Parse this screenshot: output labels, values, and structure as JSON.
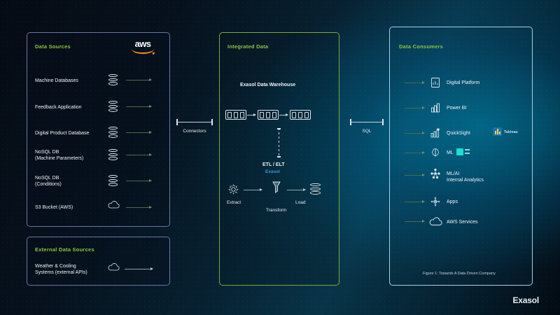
{
  "diagram": {
    "brand": "Exasol",
    "figure_caption": "Figure 1: Towards A Data Driven Company",
    "accent_green": "#8cc63f",
    "accent_blue": "#2f9bdc",
    "panel_border_sources": "#6b74a8",
    "panel_border_integrated": "#7aa93a",
    "panel_border_consumers": "#a9cfe4"
  },
  "sources_panel": {
    "title": "Data Sources",
    "logo": "aws-logo",
    "logo_text": "aws",
    "items": [
      {
        "label": "Machine Databases",
        "icon": "database-icon"
      },
      {
        "label": "Feedback Application",
        "icon": "database-icon"
      },
      {
        "label": "Digital Product Database",
        "icon": "database-icon"
      },
      {
        "label": "NoSQL DB",
        "label2": "(Machine Parameters)",
        "icon": "database-icon"
      },
      {
        "label": "NoSQL DB",
        "label2": "(Conditions)",
        "icon": "database-icon"
      },
      {
        "label": "S3 Bucket (AWS)",
        "icon": "cloud-icon"
      }
    ]
  },
  "external_panel": {
    "title": "External Data Sources",
    "items": [
      {
        "label": "Weather & Cooling",
        "label2": "Systems (external APIs)",
        "icon": "cloud-icon"
      }
    ]
  },
  "connectors": {
    "left_label": "Connectors",
    "right_label": "SQL"
  },
  "integrated_panel": {
    "title": "Integrated Data",
    "warehouse_title": "Exasol Data Warehouse",
    "cluster_nodes": [
      "node-1",
      "node-2",
      "node-3"
    ],
    "etl_title": "ETL / ELT",
    "etl_subtitle": "Exasol",
    "steps": [
      {
        "label": "Extract",
        "icon": "gear-icon"
      },
      {
        "label": "Transform",
        "icon": "funnel-icon"
      },
      {
        "label": "Load",
        "icon": "database-icon"
      }
    ]
  },
  "consumers_panel": {
    "title": "Data Consumers",
    "items": [
      {
        "label": "Digital Platform",
        "icon": "document-chart-icon"
      },
      {
        "label": "Power BI",
        "icon": "powerbi-icon"
      },
      {
        "label": "QuickSight",
        "icon": "quicksight-icon",
        "badge": "badge-bi",
        "badge_word": "Tableau"
      },
      {
        "label": "ML",
        "icon": "brain-icon",
        "badge": "badge-ml"
      },
      {
        "label": "ML/AI",
        "label2": "Internal Analytics",
        "icon": "ml-nodes-icon"
      },
      {
        "label": "Apps",
        "icon": "app-icon"
      },
      {
        "label": "AWS Services",
        "icon": "cloud-icon"
      }
    ]
  }
}
